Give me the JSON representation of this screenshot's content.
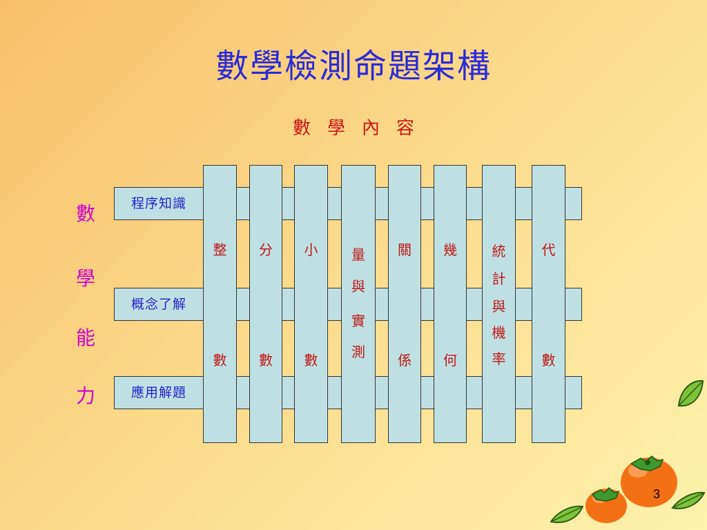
{
  "slide": {
    "title": "數學檢測命題架構",
    "subtitle": [
      "數",
      "學",
      "內",
      "容"
    ],
    "ability_chars": [
      "數",
      "學",
      "能",
      "力"
    ],
    "rows": [
      "程序知識",
      "概念了解",
      "應用解題"
    ],
    "posts": [
      {
        "top": [
          "整"
        ],
        "bottom": [
          "數"
        ]
      },
      {
        "top": [
          "分"
        ],
        "bottom": [
          "數"
        ]
      },
      {
        "top": [
          "小"
        ],
        "bottom": [
          "數"
        ]
      },
      {
        "top": [
          "量",
          "與",
          "實",
          "測"
        ],
        "bottom": []
      },
      {
        "top": [
          "關"
        ],
        "bottom": [
          "係"
        ]
      },
      {
        "top": [
          "幾"
        ],
        "bottom": [
          "何"
        ]
      },
      {
        "top": [
          "統",
          "計",
          "與",
          "機",
          "率"
        ],
        "bottom": []
      },
      {
        "top": [
          "代"
        ],
        "bottom": [
          "數"
        ]
      }
    ],
    "page_number": "3"
  }
}
